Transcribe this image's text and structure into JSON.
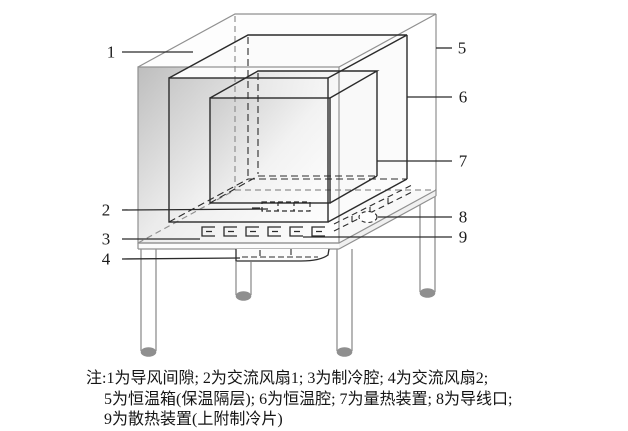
{
  "figure": {
    "title": "thermostat-calorimeter apparatus diagram",
    "callouts": [
      "1",
      "2",
      "3",
      "4",
      "5",
      "6",
      "7",
      "8",
      "9"
    ]
  },
  "caption": {
    "line1": "注:1为导风间隙; 2为交流风扇1; 3为制冷腔; 4为交流风扇2;",
    "line2": "5为恒温箱(保温隔层); 6为恒温腔; 7为量热装置; 8为导线口;",
    "line3": "9为散热装置(上附制冷片)"
  },
  "colors": {
    "line_dark": "#2b2b2b",
    "line_light": "#909090",
    "leg_fill": "#8f8f8f",
    "background": "#ffffff"
  }
}
